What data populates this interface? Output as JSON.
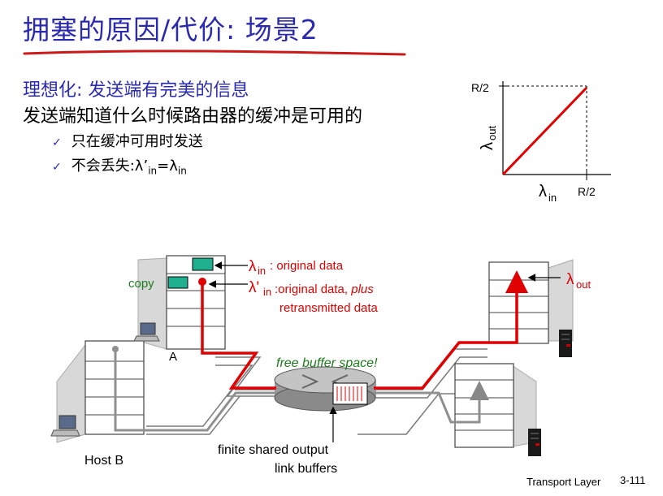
{
  "slide": {
    "title": "拥塞的原因/代价: 场景2",
    "line1": "理想化: 发送端有完美的信息",
    "line2": "发送端知道什么时候路由器的缓冲是可用的",
    "bullets": [
      {
        "text": "只在缓冲可用时发送"
      },
      {
        "prefix": "不会丢失:λ’",
        "sub1": "in",
        "mid": "=λ",
        "sub2": "in"
      }
    ],
    "footer_label": "Transport Layer",
    "footer_page": "3-111"
  },
  "graph": {
    "y_tick": "R/2",
    "x_tick": "R/2",
    "y_label": "λ",
    "y_label_sub": "out",
    "x_label": "λ",
    "x_label_sub": "in"
  },
  "diagram": {
    "lambda_in_label": "λ",
    "lambda_in_sub": "in",
    "lambda_in_desc": ": original data",
    "lambda_prime_label": "λ'",
    "lambda_prime_sub": "in",
    "lambda_prime_desc1": ":original data, ",
    "lambda_prime_plus": "plus",
    "lambda_prime_desc2": "retransmitted data",
    "lambda_out_label": "λ",
    "lambda_out_sub": "out",
    "copy_label": "copy",
    "host_a": "A",
    "host_b": "Host B",
    "free_buffer": "free buffer space!",
    "buffer_label1": "finite shared output",
    "buffer_label2": "link buffers",
    "colors": {
      "red": "#e00000",
      "gray": "#909090",
      "green": "#1e7a1e",
      "teal": "#20b090"
    }
  }
}
